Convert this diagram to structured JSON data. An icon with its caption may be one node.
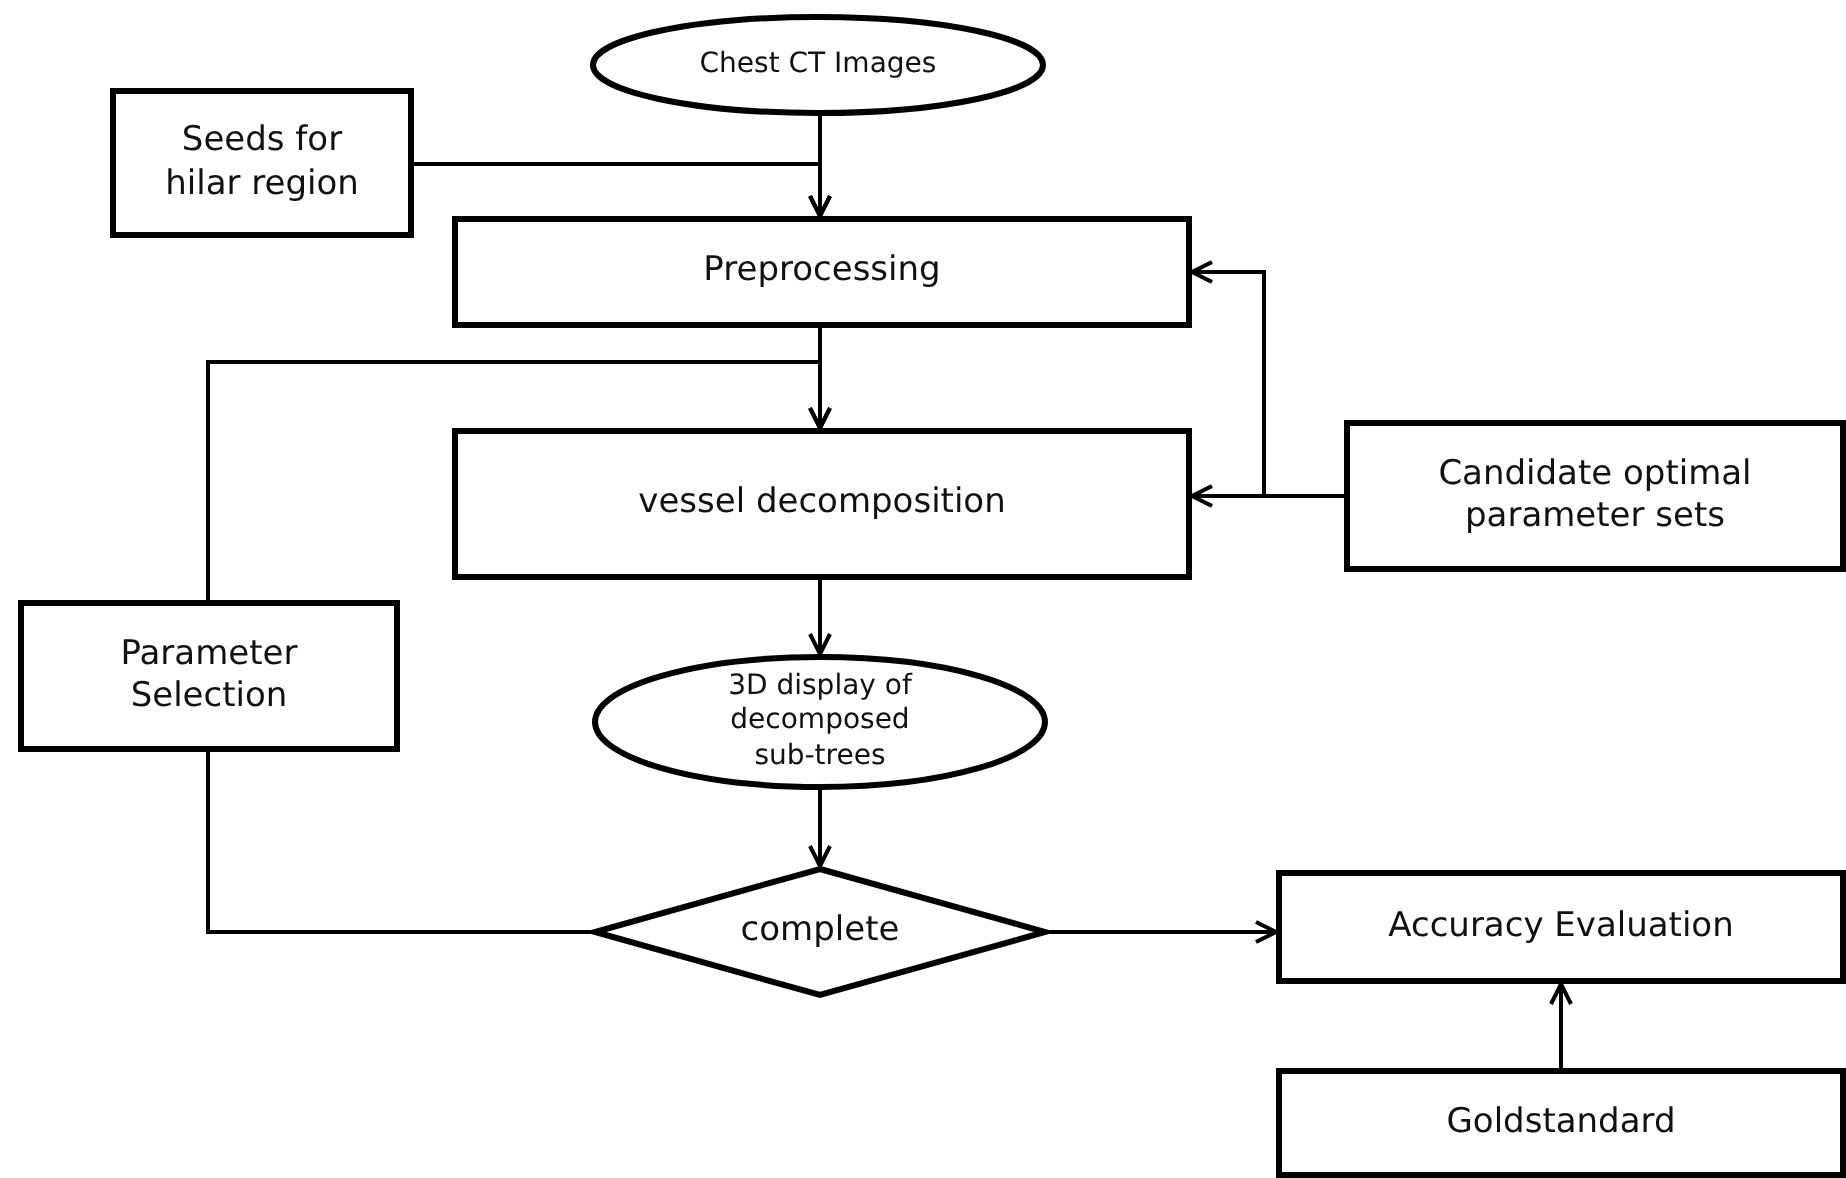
{
  "diagram": {
    "nodes": [
      {
        "text": [
          "Chest CT Images"
        ]
      },
      {
        "text": [
          "Seeds for hilar region"
        ]
      },
      {
        "text": [
          "Preprocessing"
        ]
      },
      {
        "text": [
          "vessel decomposition"
        ]
      },
      {
        "text": [
          "Candidate optimal parameter sets"
        ]
      },
      {
        "text": [
          "Parameter Selection"
        ]
      },
      {
        "text": [
          "3D display of decomposed sub-trees"
        ]
      },
      {
        "text": [
          "complete"
        ]
      },
      {
        "text": [
          "Accuracy Evaluation"
        ]
      },
      {
        "text": [
          "Goldstandard"
        ]
      }
    ],
    "edges": [
      {
        "from": 0,
        "to": 2,
        "arrow": "to"
      },
      {
        "from": 1,
        "to": 2,
        "arrow": "to"
      },
      {
        "from": 2,
        "to": 3,
        "arrow": "to"
      },
      {
        "from": 5,
        "to": 3,
        "arrow": "to"
      },
      {
        "from": 4,
        "to": 2,
        "arrow": "to"
      },
      {
        "from": 4,
        "to": 3,
        "arrow": "to"
      },
      {
        "from": 3,
        "to": 6,
        "arrow": "to"
      },
      {
        "from": 6,
        "to": 7,
        "arrow": "to"
      },
      {
        "from": 7,
        "to": 5,
        "arrow": "none"
      },
      {
        "from": 7,
        "to": 8,
        "arrow": "to"
      },
      {
        "from": 9,
        "to": 8,
        "arrow": "to"
      }
    ]
  }
}
